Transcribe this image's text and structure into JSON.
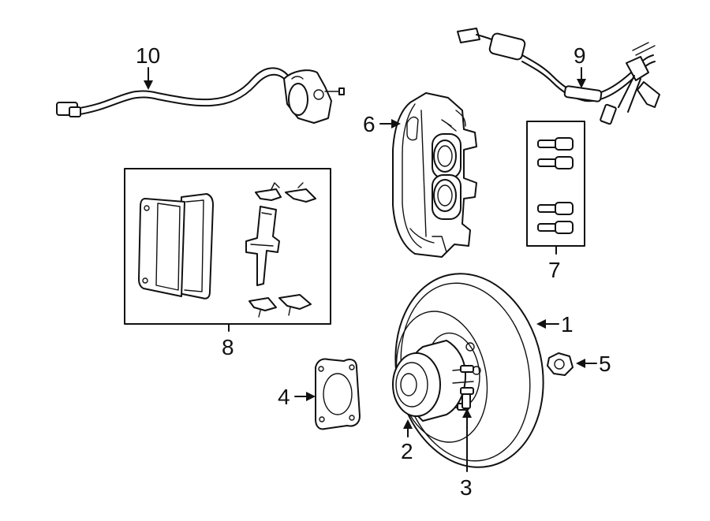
{
  "diagram": {
    "colors": {
      "line": "#111111",
      "background": "#ffffff"
    },
    "callouts": {
      "c1": "1",
      "c2": "2",
      "c3": "3",
      "c4": "4",
      "c5": "5",
      "c6": "6",
      "c7": "7",
      "c8": "8",
      "c9": "9",
      "c10": "10"
    }
  }
}
